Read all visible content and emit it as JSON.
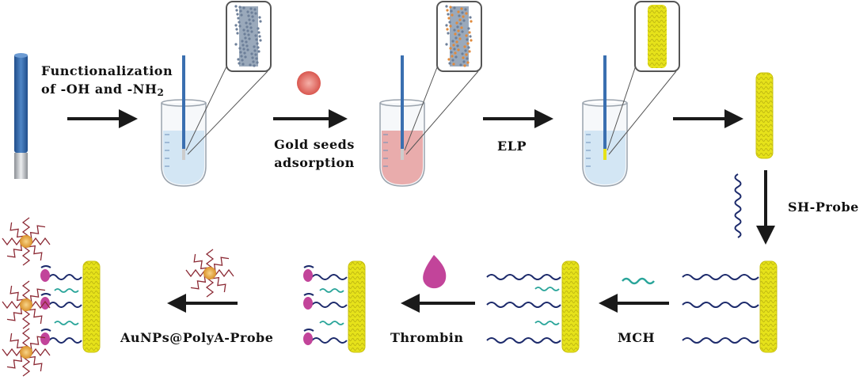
{
  "labels": {
    "step1_line1": "Functionalization",
    "step1_line2": "of -OH and -NH",
    "step1_sub": "2",
    "step2_line1": "Gold seeds",
    "step2_line2": "adsorption",
    "step3": "ELP",
    "step4": "SH-Probe",
    "step5": "MCH",
    "step6": "Thrombin",
    "step7": "AuNPs@PolyA-Probe"
  },
  "colors": {
    "electrode_blue": "#3a6fb0",
    "electrode_gray": "#b8bcc2",
    "gold_seed": "#e06060",
    "solution_blue": "#cfe3f3",
    "solution_red": "#e8a3a3",
    "elp_yellow": "#e6e21a",
    "probe_navy": "#1c2a6b",
    "mch_teal": "#2aa59a",
    "thrombin_magenta": "#c2449a",
    "aunp_gold": "#e6a83a",
    "polyA_red": "#8c2a35",
    "arrow": "#1a1a1a"
  }
}
